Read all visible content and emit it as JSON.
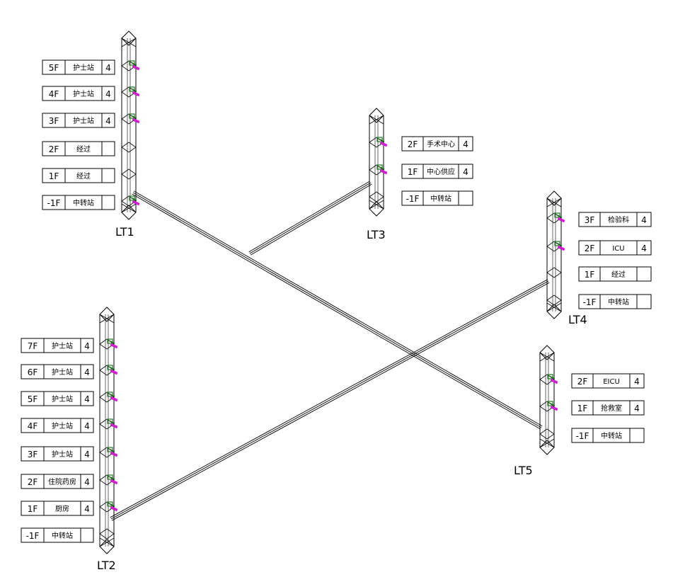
{
  "shafts": [
    {
      "id": "LT1",
      "label": "LT1",
      "floors": [
        {
          "floor": "5F",
          "name": "护士站",
          "count": "4"
        },
        {
          "floor": "4F",
          "name": "护士站",
          "count": "4"
        },
        {
          "floor": "3F",
          "name": "护士站",
          "count": "4"
        },
        {
          "floor": "2F",
          "name": "经过",
          "count": ""
        },
        {
          "floor": "1F",
          "name": "经过",
          "count": ""
        },
        {
          "floor": "-1F",
          "name": "中转站",
          "count": ""
        }
      ]
    },
    {
      "id": "LT3",
      "label": "LT3",
      "floors": [
        {
          "floor": "2F",
          "name": "手术中心",
          "count": "4"
        },
        {
          "floor": "1F",
          "name": "中心供应",
          "count": "4"
        },
        {
          "floor": "-1F",
          "name": "中转站",
          "count": ""
        }
      ]
    },
    {
      "id": "LT4",
      "label": "LT4",
      "floors": [
        {
          "floor": "3F",
          "name": "检验科",
          "count": "4"
        },
        {
          "floor": "2F",
          "name": "ICU",
          "count": "4"
        },
        {
          "floor": "1F",
          "name": "经过",
          "count": ""
        },
        {
          "floor": "-1F",
          "name": "中转站",
          "count": ""
        }
      ]
    },
    {
      "id": "LT2",
      "label": "LT2",
      "floors": [
        {
          "floor": "7F",
          "name": "护士站",
          "count": "4"
        },
        {
          "floor": "6F",
          "name": "护士站",
          "count": "4"
        },
        {
          "floor": "5F",
          "name": "护士站",
          "count": "4"
        },
        {
          "floor": "4F",
          "name": "护士站",
          "count": "4"
        },
        {
          "floor": "3F",
          "name": "护士站",
          "count": "4"
        },
        {
          "floor": "2F",
          "name": "住院药房",
          "count": "4"
        },
        {
          "floor": "1F",
          "name": "厨房",
          "count": "4"
        },
        {
          "floor": "-1F",
          "name": "中转站",
          "count": ""
        }
      ]
    },
    {
      "id": "LT5",
      "label": "LT5",
      "floors": [
        {
          "floor": "2F",
          "name": "EICU",
          "count": "4"
        },
        {
          "floor": "1F",
          "name": "抢救室",
          "count": "4"
        },
        {
          "floor": "-1F",
          "name": "中转站",
          "count": ""
        }
      ]
    }
  ],
  "colors": {
    "line": "#000000",
    "station_green": "#1f7a1f",
    "station_magenta": "#cc22cc",
    "background": "#ffffff"
  },
  "icons": {
    "station": "station-marker-icon"
  }
}
